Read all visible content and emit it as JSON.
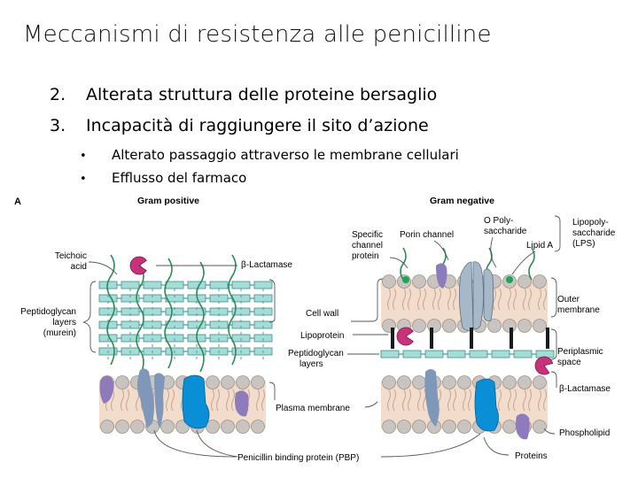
{
  "slide": {
    "title": "Meccanismi di resistenza alle penicilline",
    "numbered_items": [
      {
        "number": "2.",
        "text": "Alterata struttura delle proteine bersaglio"
      },
      {
        "number": "3.",
        "text": "Incapacità di raggiungere il sito d’azione"
      }
    ],
    "bullets": [
      {
        "marker": "•",
        "text": "Alterato passaggio attraverso le membrane cellulari"
      },
      {
        "marker": "•",
        "text": "Efflusso del farmaco"
      }
    ]
  },
  "figure": {
    "panel_letter": "A",
    "gram_positive": "Gram positive",
    "gram_negative": "Gram negative",
    "labels": {
      "teichoic_1": "Teichoic",
      "teichoic_2": "acid",
      "beta_lactamase_top": "β-Lactamase",
      "peptidoglycan_1": "Peptidoglycan",
      "peptidoglycan_2": "layers",
      "peptidoglycan_3": "(murein)",
      "specific_1": "Specific",
      "specific_2": "channel",
      "specific_3": "protein",
      "porin": "Porin channel",
      "opoly_1": "O Poly-",
      "opoly_2": "saccharide",
      "lipid_a": "Lipid A",
      "lps_1": "Lipopoly-",
      "lps_2": "saccharide",
      "lps_3": "(LPS)",
      "cell_wall": "Cell wall",
      "outer_1": "Outer",
      "outer_2": "membrane",
      "lipoprotein": "Lipoprotein",
      "pg_layers_1": "Peptidoglycan",
      "pg_layers_2": "layers",
      "periplasmic_1": "Periplasmic",
      "periplasmic_2": "space",
      "beta_lactamase_right": "β-Lactamase",
      "plasma_membrane": "Plasma membrane",
      "phospholipid": "Phospholipid",
      "pbp": "Penicillin binding protein (PBP)",
      "proteins": "Proteins"
    },
    "colors": {
      "lipid_head": "#c9c4bf",
      "membrane_fill": "#f2dccb",
      "peptidoglycan": "#a6dcd8",
      "teichoic": "#2e8b57",
      "beta_lactamase": "#c8327a",
      "pbp_blue": "#0a8fd6",
      "porin": "#a7b9c9",
      "purple_protein": "#8d7bbb",
      "lipoprotein_bar": "#1a1a1a"
    }
  }
}
